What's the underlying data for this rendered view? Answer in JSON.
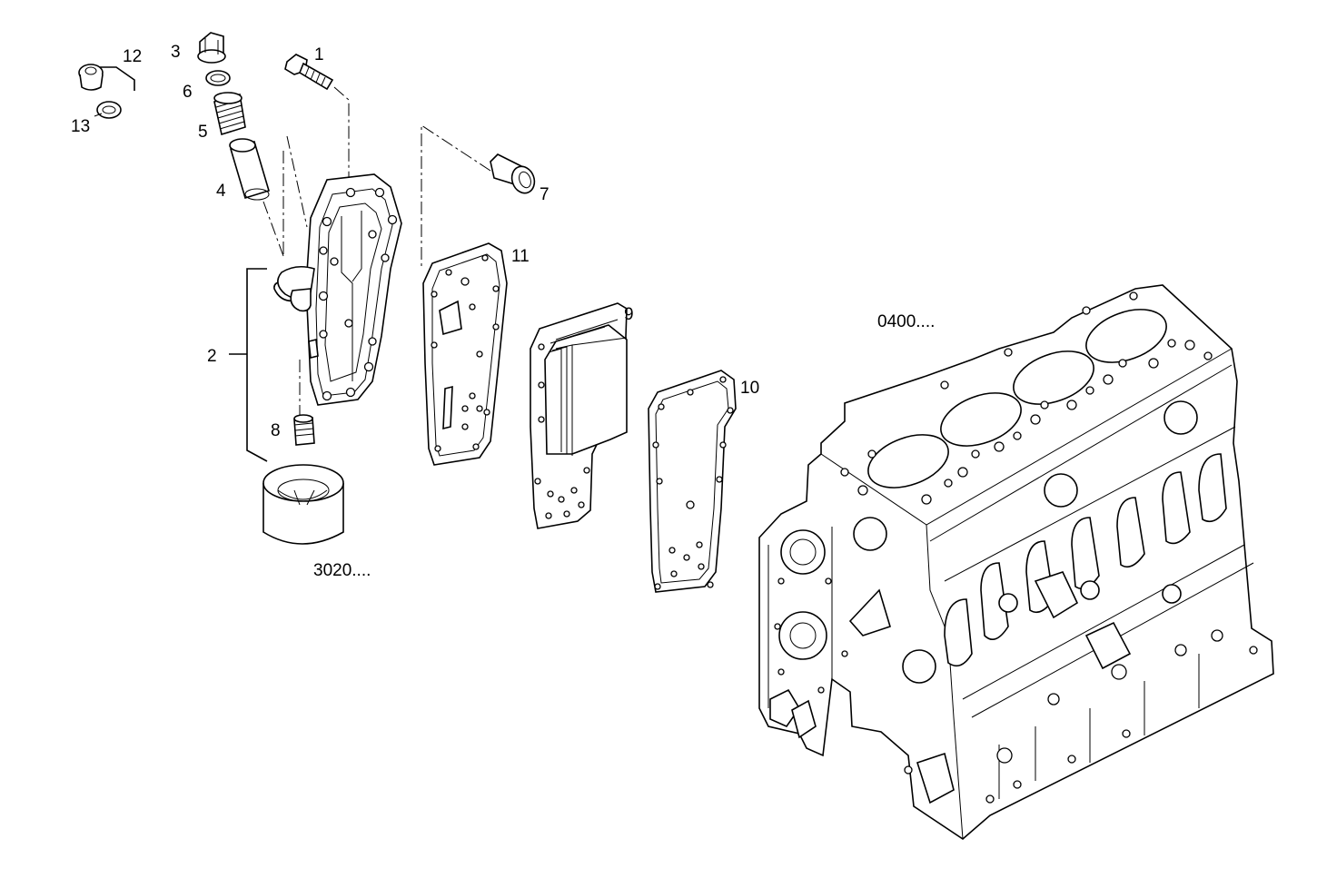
{
  "labels": {
    "p1": "1",
    "p2": "2",
    "p3": "3",
    "p4": "4",
    "p5": "5",
    "p6": "6",
    "p7": "7",
    "p8": "8",
    "p9": "9",
    "p10": "10",
    "p11": "11",
    "p12": "12",
    "p13": "13",
    "ref_filter": "3020....",
    "ref_block": "0400...."
  }
}
